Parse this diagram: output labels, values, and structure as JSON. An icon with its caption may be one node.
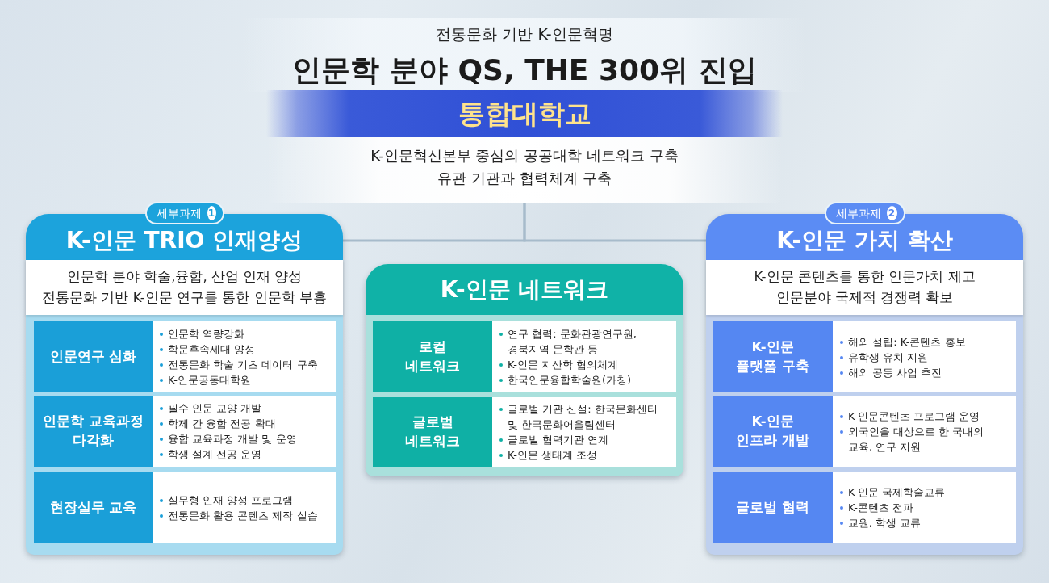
{
  "diagram": {
    "title": "인문학 분야 QS, THE 300위 진입",
    "labels": [
      "전통문화 기반 K-인문혁명"
    ],
    "nodes": [
      {
        "text": [
          "통합대학교",
          "K-인문혁신본부 중심의 공공대학 네트워크 구축",
          "유관 기관과 협력체계 구축"
        ]
      },
      {
        "text": [
          "세부과제",
          "1",
          "K-인문 TRIO 인재양성",
          "인문학 분야 학술,융합, 산업 인재 양성",
          "전통문화 기반 K-인문 연구를 통한 인문학 부흥"
        ]
      },
      {
        "text": [
          "인문연구 심화",
          "인문학 역량강화",
          "학문후속세대 양성",
          "전통문화 학술 기초 데이터 구축",
          "K-인문공동대학원"
        ],
        "in": 1
      },
      {
        "text": [
          "인문학 교육과정 다각화",
          "필수 인문 교양 개발",
          "학제 간 융합 전공 확대",
          "융합 교육과정 개발 및 운영",
          "학생 설계 전공 운영"
        ],
        "in": 1
      },
      {
        "text": [
          "현장실무 교육",
          "실무형 인재 양성 프로그램",
          "전통문화 활용 콘텐츠 제작 실습"
        ],
        "in": 1
      },
      {
        "text": [
          "K-인문 네트워크"
        ]
      },
      {
        "text": [
          "로컬 네트워크",
          "연구 협력: 문화관광연구원, 경북지역 문학관 등",
          "K-인문 지산학 협의체계",
          "한국인문융합학술원(가칭)"
        ],
        "in": 5
      },
      {
        "text": [
          "글로벌 네트워크",
          "글로벌 기관 신설: 한국문화센터 및 한국문화어울림센터",
          "글로벌 협력기관 연계",
          "K-인문 생태계 조성"
        ],
        "in": 5
      },
      {
        "text": [
          "세부과제",
          "2",
          "K-인문 가치 확산",
          "K-인문 콘텐츠를 통한 인문가치 제고",
          "인문분야 국제적 경쟁력 확보"
        ]
      },
      {
        "text": [
          "K-인문 플랫폼 구축",
          "해외 설립: K-콘텐츠 홍보",
          "유학생 유치 지원",
          "해외 공동 사업 추진"
        ],
        "in": 8
      },
      {
        "text": [
          "K-인문 인프라 개발",
          "K-인문콘텐츠 프로그램 운영",
          "외국인을 대상으로 한 국내의 교육, 연구 지원"
        ],
        "in": 8
      },
      {
        "text": [
          "글로벌 협력",
          "K-인문 국제학술교류",
          "K-콘텐츠 전파",
          "교원, 학생 교류"
        ],
        "in": 8
      }
    ],
    "edges": [
      {
        "from": 0,
        "to": 1,
        "arrow": "none"
      },
      {
        "from": 0,
        "to": 8,
        "arrow": "none"
      }
    ]
  }
}
